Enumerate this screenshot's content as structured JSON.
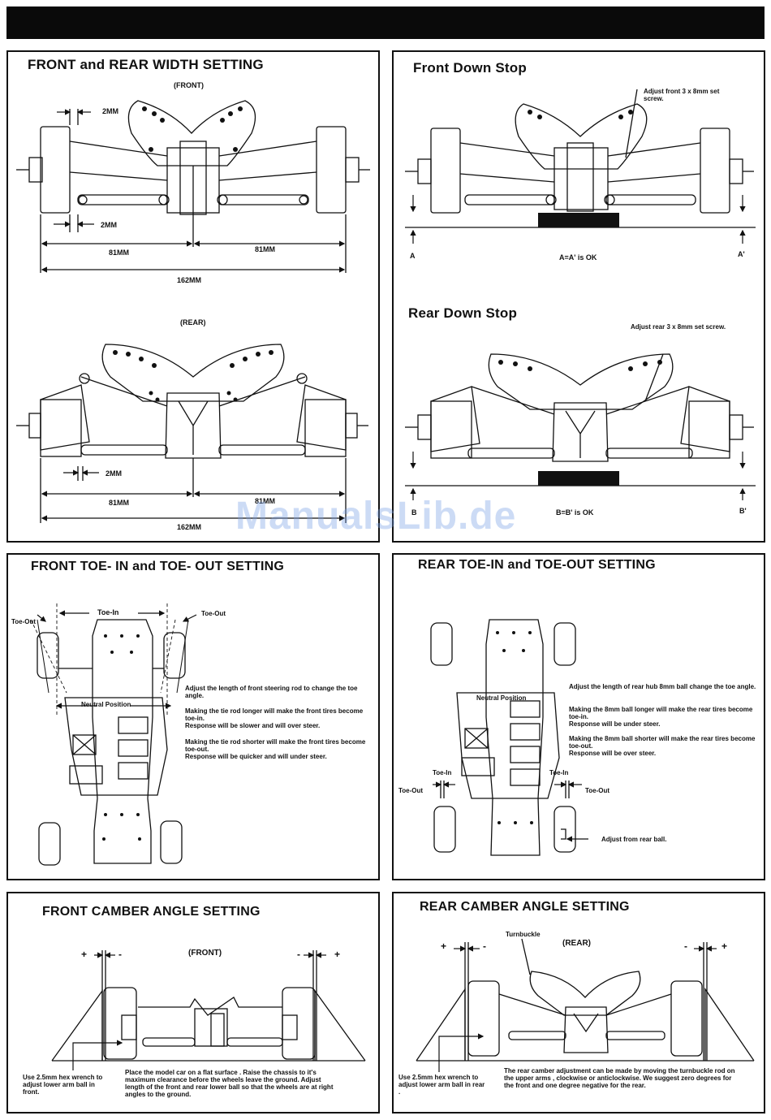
{
  "watermark": "ManualsLib.de",
  "p1": {
    "title": "FRONT and REAR  WIDTH SETTING",
    "front_label": "(FRONT)",
    "rear_label": "(REAR)",
    "d_2mm_top": "2MM",
    "d_2mm_mid": "2MM",
    "d_81_left": "81MM",
    "d_81_right": "81MM",
    "d_162": "162MM",
    "r_2mm": "2MM",
    "r_81_left": "81MM",
    "r_81_right": "81MM",
    "r_162": "162MM"
  },
  "p2": {
    "title": "Front Down Stop",
    "adjust_note": "Adjust front  3 x 8mm set screw.",
    "a": "A",
    "a_prime": "A'",
    "a_ok": "A=A' is OK",
    "title2": "Rear Down Stop",
    "adjust_note2": "Adjust  rear  3 x 8mm set screw.",
    "b": "B",
    "b_prime": "B'",
    "b_ok": "B=B' is OK"
  },
  "p3": {
    "title": "FRONT TOE- IN and TOE- OUT SETTING",
    "toe_out_l": "Toe-Out",
    "toe_in": "Toe-In",
    "toe_out_r": "Toe-Out",
    "neutral": "Neutral Position",
    "t1": "Adjust  the  length of front steering  rod to change the toe angle.",
    "t2": "Making  the tie rod longer  will make the front tires become toe-in.",
    "t3": "Response will be slower and will over steer.",
    "t4": "Making  the tie rod shorter will make  the front tires become toe-out.",
    "t5": "Response will be quicker and will under steer."
  },
  "p4": {
    "title": "REAR TOE-IN and TOE-OUT SETTING",
    "neutral": "Neutral Position",
    "t1": "Adjust  the  length of rear hub 8mm ball  change the toe angle.",
    "t2": "Making  the 8mm ball  longer  will make the rear tires  become toe-in.",
    "t3": "Response will be under steer.",
    "t4": "Making  the 8mm ball  shorter will make  the rear tires become toe-out.",
    "t5": "Response will be over steer.",
    "toe_in_l": "Toe-In",
    "toe_out_l": "Toe-Out",
    "toe_in_r": "Toe-In",
    "toe_out_r": "Toe-Out",
    "adjust": "Adjust from rear ball."
  },
  "p5": {
    "title": "FRONT CAMBER ANGLE SETTING",
    "front": "(FRONT)",
    "plus_l": "+",
    "minus_l": "-",
    "minus_r": "-",
    "plus_r": "+",
    "wrench": "Use 2.5mm hex wrench to adjust lower arm ball in front.",
    "note": "Place the model car on a flat surface . Raise the chassis to it's maximum  clearance before the wheels leave the ground. Adjust length of the front and rear lower ball so that the wheels are at  right angles  to the ground."
  },
  "p6": {
    "title": "REAR CAMBER ANGLE SETTING",
    "turnbuckle": "Turnbuckle",
    "rear": "(REAR)",
    "plus_l": "+",
    "minus_l": "-",
    "minus_r": "-",
    "plus_r": "+",
    "wrench": "Use 2.5mm hex wrench to adjust lower arm ball in  rear .",
    "note": "The rear camber  adjustment can be made by moving the turnbuckle rod on the upper arms , clockwise or anticlockwise. We suggest  zero degrees for the front  and  one degree  negative for the rear."
  }
}
